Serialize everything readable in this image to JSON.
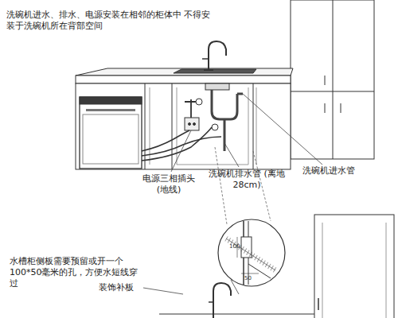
{
  "diagram": {
    "labels": [
      "洗碗机进水、排水、电源安装在相邻的柜体中 不得安装于洗碗机所在背部空间",
      "电源三相插头 (地线)",
      "洗碗机排水管 (离地28cm)",
      "洗碗机进水管",
      "水槽柜侧板需要预留或开一个 100*50毫米的孔，方便水短线穿过",
      "装饰补板",
      "100",
      "50"
    ]
  }
}
